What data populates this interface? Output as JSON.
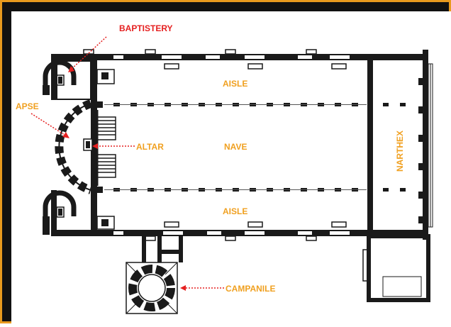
{
  "labels": {
    "baptistery": "BAPTISTERY",
    "apse": "APSE",
    "altar": "ALTAR",
    "nave": "NAVE",
    "aisle_top": "AISLE",
    "aisle_bottom": "AISLE",
    "narthex": "NARTHEX",
    "campanile": "CAMPANILE"
  },
  "colors": {
    "frame": "#111111",
    "border_accent": "#e89a1e",
    "label_orange": "#f0a020",
    "label_red": "#e52020",
    "wall": "#1a1a1a",
    "floor": "#ffffff"
  }
}
